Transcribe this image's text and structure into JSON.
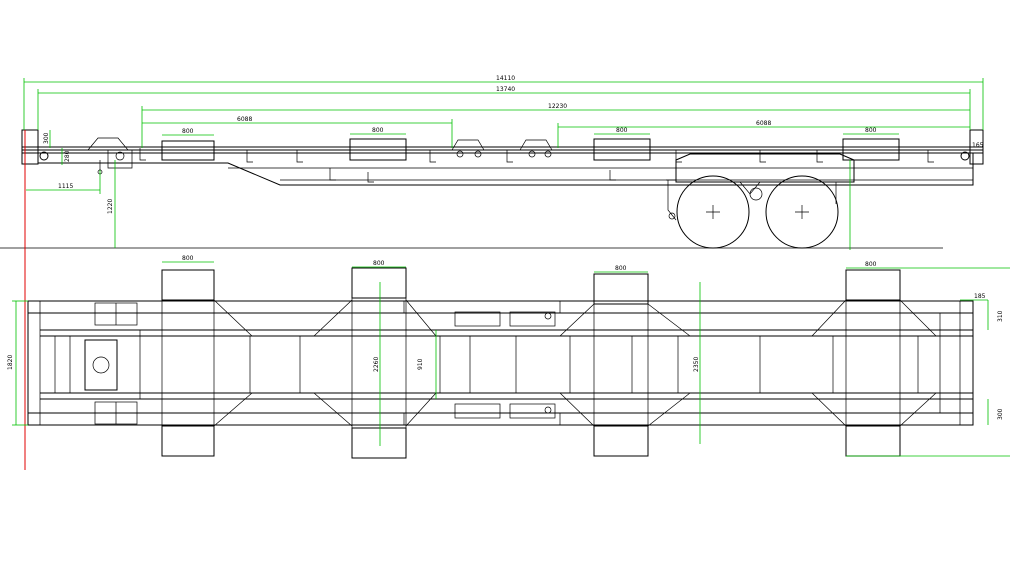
{
  "drawing": {
    "colors": {
      "line": "#000000",
      "dimension": "#00c000",
      "axis": "#e00000",
      "background": "#ffffff"
    },
    "side_view": {
      "dims": {
        "overall": "14110",
        "inner": "13740",
        "kingpin_span": "12230",
        "front_gap": "6088",
        "rear_gap": "6088",
        "twistlock_1": "800",
        "twistlock_2": "800",
        "twistlock_3": "800",
        "twistlock_4": "800",
        "front_height": "300",
        "neck_height": "280",
        "kingpin_setback": "1115",
        "leg_height": "1220",
        "rear_height": "165"
      }
    },
    "top_view": {
      "dims": {
        "pad_1": "800",
        "pad_2": "800",
        "pad_3": "800",
        "pad_4": "800",
        "front_width": "1820",
        "cross_2": "2260",
        "inner": "910",
        "cross_3": "2350",
        "rear_offset": "185",
        "rear_top": "310",
        "rear_bottom": "300"
      }
    }
  }
}
